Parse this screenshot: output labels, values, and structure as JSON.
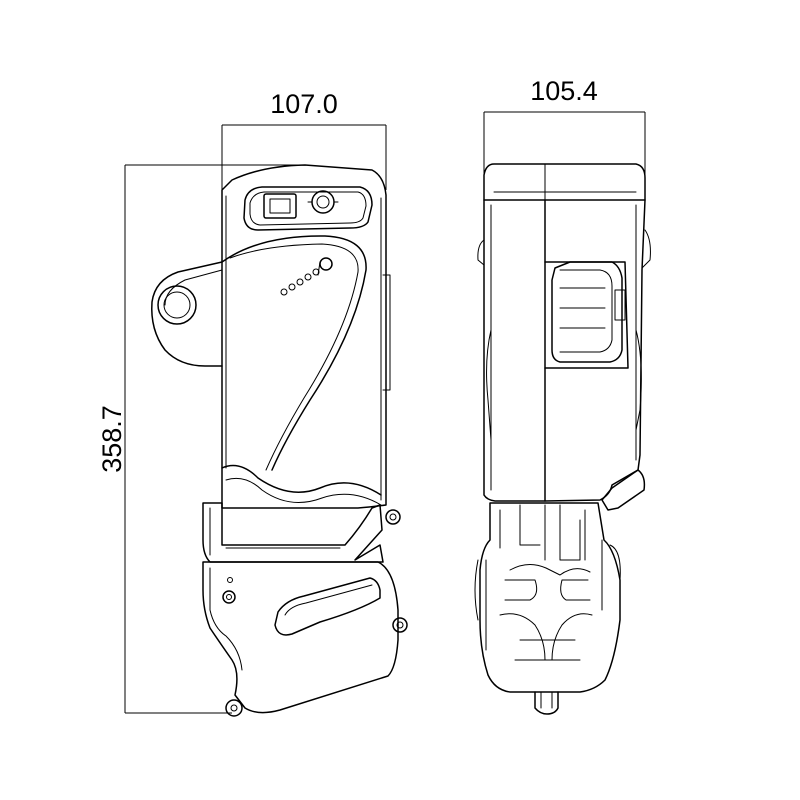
{
  "dimensions": {
    "front_width": "107.0",
    "side_width": "105.4",
    "height": "358.7"
  }
}
